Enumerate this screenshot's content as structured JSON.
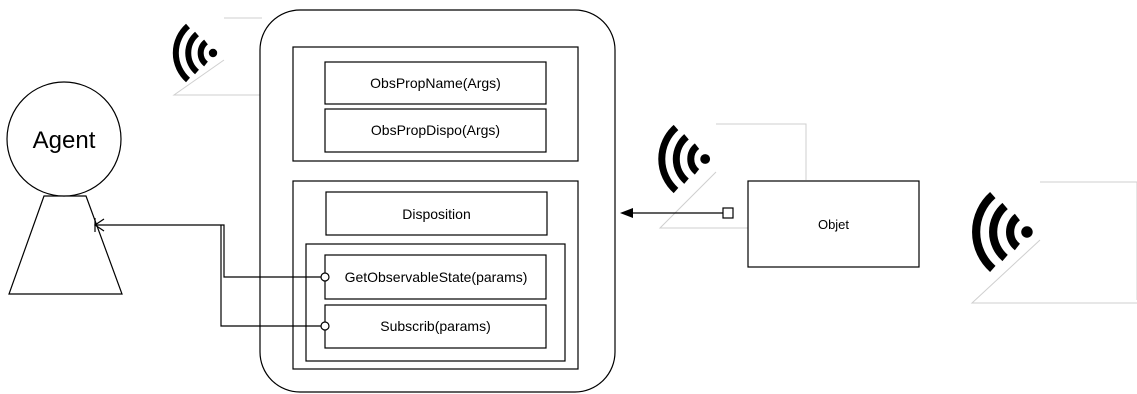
{
  "agent": {
    "label": "Agent"
  },
  "artifact": {
    "observable_properties": [
      "ObsPropName(Args)",
      "ObsPropDispo(Args)"
    ],
    "operations": {
      "title": "Disposition",
      "items": [
        "GetObservableState(params)",
        "Subscrib(params)"
      ]
    }
  },
  "object": {
    "label": "Objet"
  },
  "icons": [
    "wifi-signal-icon",
    "wifi-signal-icon",
    "wifi-signal-icon"
  ],
  "colors": {
    "stroke": "#000000",
    "background": "#ffffff",
    "faint_line": "#cfcfcf"
  }
}
